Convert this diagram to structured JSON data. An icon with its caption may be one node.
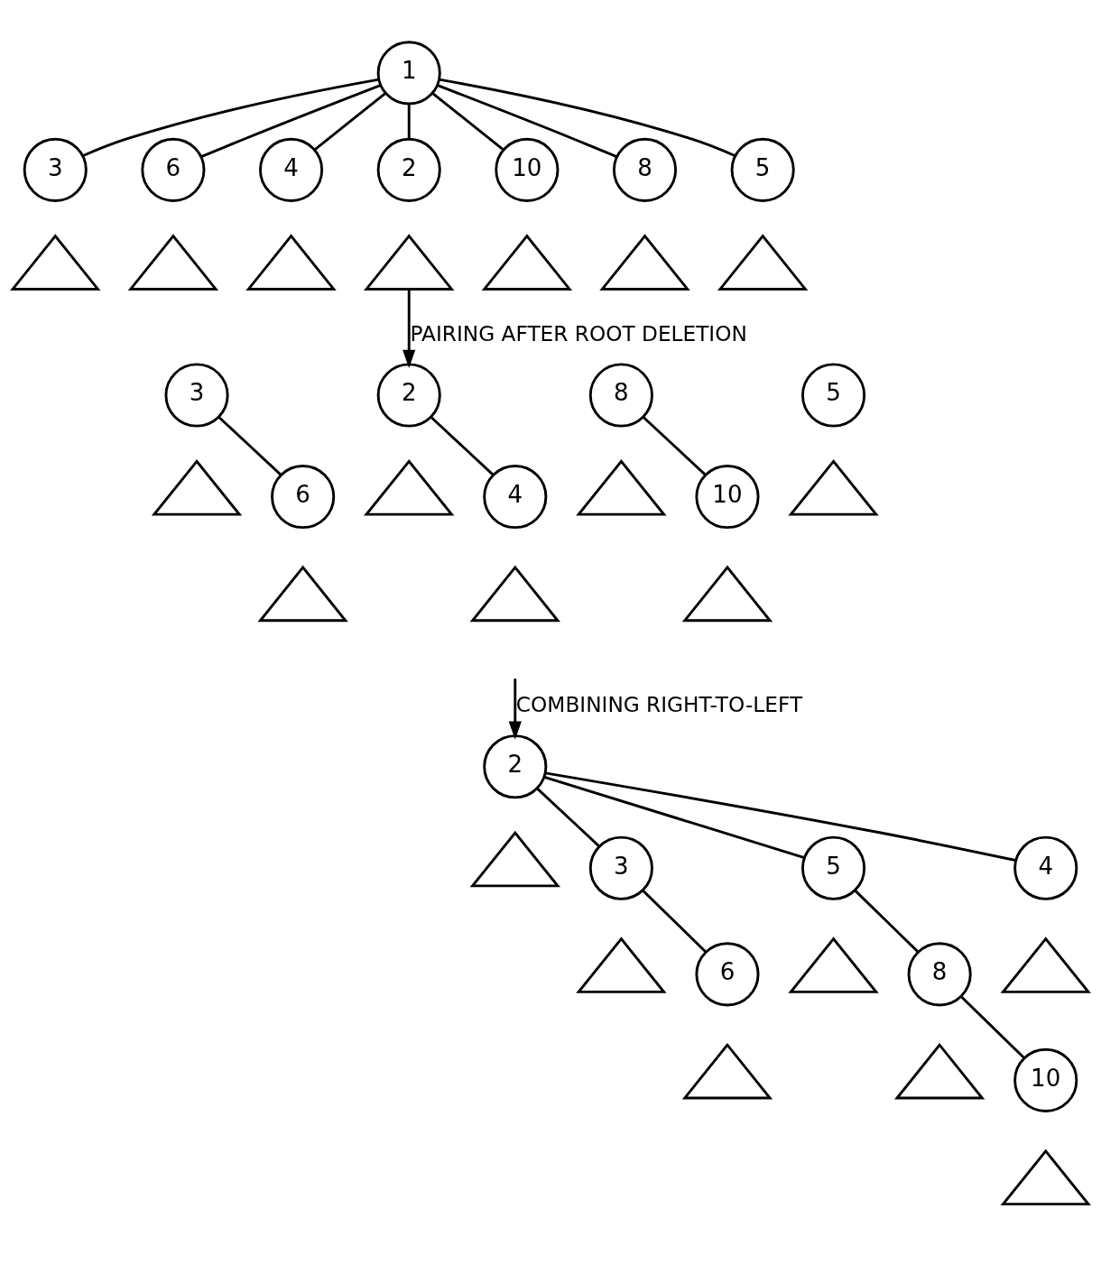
{
  "diagram": {
    "nodes": [
      {
        "text": [
          "1"
        ]
      },
      {
        "text": [
          "3"
        ]
      },
      {
        "text": [],
        "shape": "triangle"
      },
      {
        "text": [
          "6"
        ]
      },
      {
        "text": [],
        "shape": "triangle"
      },
      {
        "text": [
          "4"
        ]
      },
      {
        "text": [],
        "shape": "triangle"
      },
      {
        "text": [
          "2"
        ]
      },
      {
        "text": [],
        "shape": "triangle"
      },
      {
        "text": [
          "10"
        ]
      },
      {
        "text": [],
        "shape": "triangle"
      },
      {
        "text": [
          "8"
        ]
      },
      {
        "text": [],
        "shape": "triangle"
      },
      {
        "text": [
          "5"
        ]
      },
      {
        "text": [],
        "shape": "triangle"
      },
      {
        "text": [
          "3"
        ]
      },
      {
        "text": [],
        "shape": "triangle"
      },
      {
        "text": [
          "2"
        ]
      },
      {
        "text": [],
        "shape": "triangle"
      },
      {
        "text": [
          "8"
        ]
      },
      {
        "text": [],
        "shape": "triangle"
      },
      {
        "text": [
          "5"
        ]
      },
      {
        "text": [],
        "shape": "triangle"
      },
      {
        "text": [
          "6"
        ]
      },
      {
        "text": [],
        "shape": "triangle"
      },
      {
        "text": [
          "4"
        ]
      },
      {
        "text": [],
        "shape": "triangle"
      },
      {
        "text": [
          "10"
        ]
      },
      {
        "text": [],
        "shape": "triangle"
      },
      {
        "text": [
          "2"
        ]
      },
      {
        "text": [],
        "shape": "triangle"
      },
      {
        "text": [
          "3"
        ]
      },
      {
        "text": [
          "5"
        ]
      },
      {
        "text": [
          "4"
        ]
      },
      {
        "text": [],
        "shape": "triangle"
      },
      {
        "text": [],
        "shape": "triangle"
      },
      {
        "text": [],
        "shape": "triangle"
      },
      {
        "text": [
          "6"
        ]
      },
      {
        "text": [
          "8"
        ]
      },
      {
        "text": [],
        "shape": "triangle"
      },
      {
        "text": [],
        "shape": "triangle"
      },
      {
        "text": [
          "10"
        ]
      },
      {
        "text": [],
        "shape": "triangle"
      }
    ],
    "edges": [
      {
        "from": 0,
        "to": 1,
        "arrow": "none"
      },
      {
        "from": 0,
        "to": 3,
        "arrow": "none"
      },
      {
        "from": 0,
        "to": 5,
        "arrow": "none"
      },
      {
        "from": 0,
        "to": 7,
        "arrow": "none"
      },
      {
        "from": 0,
        "to": 9,
        "arrow": "none"
      },
      {
        "from": 0,
        "to": 11,
        "arrow": "none"
      },
      {
        "from": 0,
        "to": 13,
        "arrow": "none"
      },
      {
        "from": 8,
        "to": 17,
        "arrow": "to",
        "label": "PAIRING AFTER ROOT DELETION"
      },
      {
        "from": 15,
        "to": 23,
        "arrow": "none"
      },
      {
        "from": 17,
        "to": 25,
        "arrow": "none"
      },
      {
        "from": 19,
        "to": 27,
        "arrow": "none"
      },
      {
        "from": null,
        "to": 29,
        "arrow": "to",
        "label": "COMBINING RIGHT-TO-LEFT"
      },
      {
        "from": 29,
        "to": 31,
        "arrow": "none"
      },
      {
        "from": 29,
        "to": 32,
        "arrow": "none"
      },
      {
        "from": 29,
        "to": 33,
        "arrow": "none"
      },
      {
        "from": 31,
        "to": 37,
        "arrow": "none"
      },
      {
        "from": 32,
        "to": 38,
        "arrow": "none"
      },
      {
        "from": 38,
        "to": 41,
        "arrow": "none"
      }
    ]
  }
}
